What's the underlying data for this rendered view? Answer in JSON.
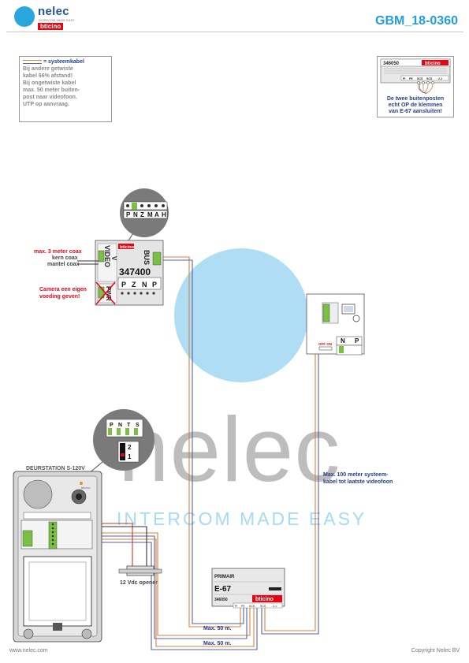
{
  "header": {
    "logo_name": "nelec",
    "logo_tag": "INTERCOM MADE EASY",
    "logo_brand": "bticino",
    "doc_code": "GBM_18-0360"
  },
  "note_left": {
    "title": "= systeemkabel",
    "lines": [
      "Bij andere getwiste",
      "kabel 66% afstand!",
      "Bij ongetwiste kabel",
      "max. 50 meter buiten-",
      "post naar videofoon.",
      "UTP op aanvraag."
    ]
  },
  "note_right": {
    "model": "346050",
    "brand": "bticino",
    "terminals": [
      "PI",
      "PE",
      "SCS",
      "SCS",
      "2-1"
    ],
    "warning": [
      "De twee buitenposten",
      "echt OP de klemmen",
      "van E-67 aansluiten!"
    ]
  },
  "camera_module": {
    "brand": "bticino",
    "model": "347400",
    "port_video": "VIDEO",
    "port_v": "V",
    "port_bus": "BUS",
    "port_pwr": "PWR",
    "zoom_terminals": [
      "P",
      "N",
      "Z",
      "M",
      "A",
      "H"
    ],
    "module_terminals": [
      "P",
      "Z",
      "N",
      "P"
    ],
    "coax_max": "max. 3 meter coax",
    "coax_core": "kern coax",
    "coax_shield": "mantel coax",
    "camera_power": [
      "Camera een eigen",
      "voeding geven!"
    ]
  },
  "monitor": {
    "terminals": [
      "N",
      "P"
    ],
    "off_label": "OFF ON",
    "cable_note": [
      "Max. 100 meter systeem-",
      "kabel tot laatste videofoon"
    ]
  },
  "door_station": {
    "title": "DEURSTATION S-120V",
    "brand": "bticino",
    "zoom_terminals": [
      "P",
      "N",
      "T",
      "S"
    ],
    "dip": [
      "2",
      "1"
    ],
    "opener": "12 Vdc opener"
  },
  "power_supply": {
    "label_primary": "PRIMAIR",
    "model_name": "E-67",
    "model": "346050",
    "brand": "bticino",
    "terminals": [
      "PI",
      "PE",
      "SCS",
      "SCS",
      "2-1"
    ],
    "cable_a": "Max. 50 m.",
    "cable_b": "Max. 50 m."
  },
  "watermark": {
    "text": "nelec",
    "tag": "INTERCOM MADE EASY"
  },
  "footer": {
    "left": "www.nelec.com",
    "right": "Copyright Nelec BV"
  },
  "colors": {
    "accent": "#1f9fe0",
    "brand_red": "#e30613",
    "label_navy": "#233e8b",
    "terminal_green": "#7bc043",
    "cable_orange": "#d9803b",
    "cable_blue": "#5560b0"
  }
}
